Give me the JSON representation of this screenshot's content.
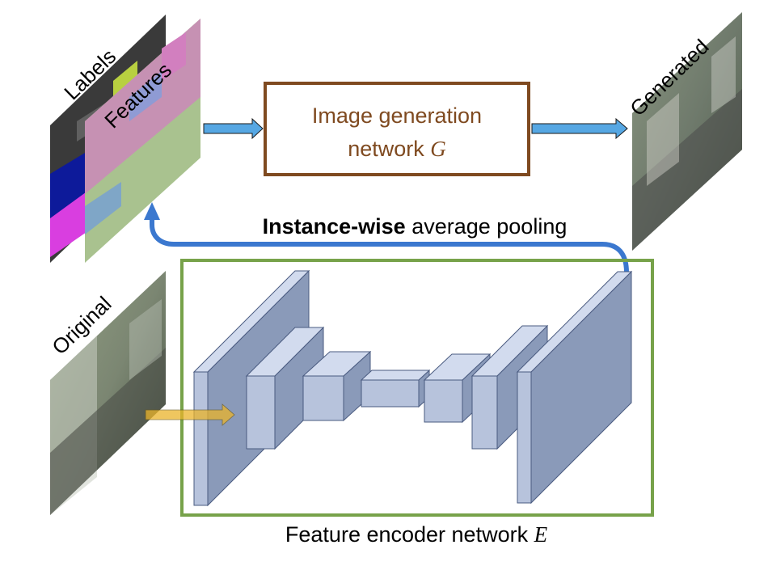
{
  "labels": {
    "labels_map": "Labels",
    "features_map": "Features",
    "generated": "Generated",
    "original": "Original"
  },
  "generator_box": {
    "line1": "Image generation",
    "line2_text": "network ",
    "line2_symbol": "G"
  },
  "pooling": {
    "bold": "Instance-wise",
    "rest": " average pooling"
  },
  "encoder": {
    "caption_text": "Feature encoder network ",
    "caption_symbol": "E"
  },
  "colors": {
    "generator_border": "#7f4a20",
    "generator_text": "#7f4a20",
    "encoder_border": "#77a24a",
    "arrow_blue": "#56a7e3",
    "arrow_pool": "#3b78cf",
    "arrow_orange": "#eab42a",
    "encoder_block_front": "#b7c3dc",
    "encoder_block_side": "#8a9ab9",
    "encoder_block_top": "#d2dbee"
  }
}
